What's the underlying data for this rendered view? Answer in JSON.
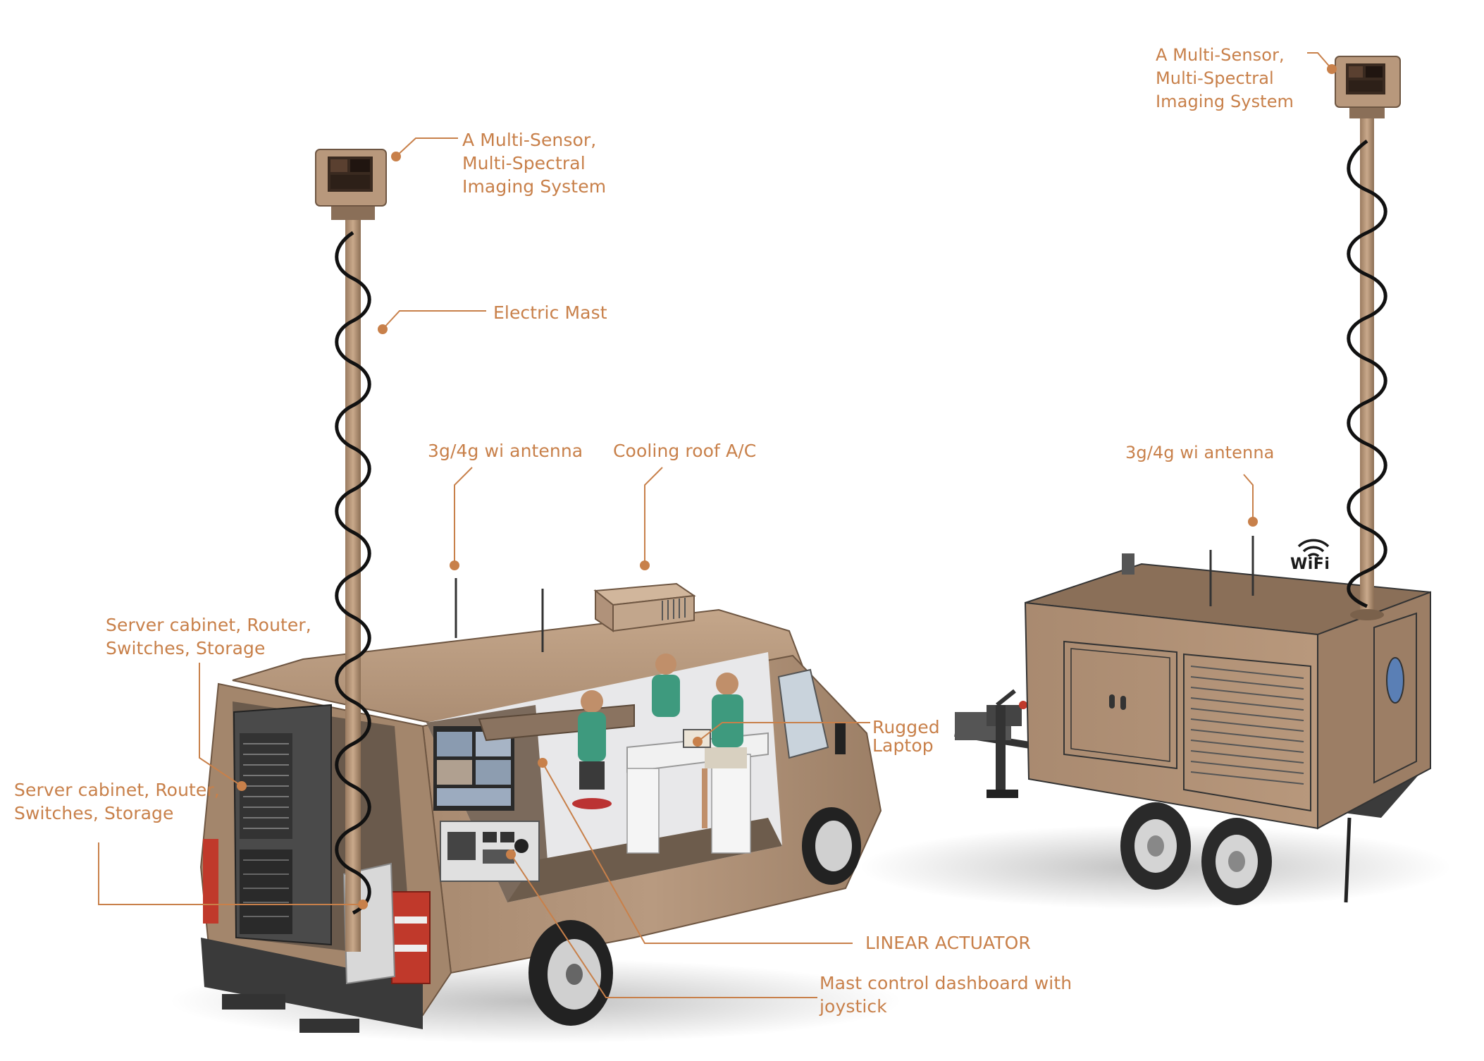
{
  "accent_color": "#c8804a",
  "labels": {
    "van_sensor": "A Multi-Sensor,\nMulti-Spectral\nImaging System",
    "trailer_sensor": "A Multi-Sensor,\nMulti-Spectral\nImaging System",
    "electric_mast": "Electric Mast",
    "van_antenna": "3g/4g wi antenna",
    "cooling": "Cooling roof A/C",
    "trailer_antenna": "3g/4g wi antenna",
    "server_upper": "Server cabinet, Router,\nSwitches, Storage",
    "server_lower": "Server cabinet, Router,\nSwitches, Storage",
    "rugged_laptop": "Rugged\nLaptop",
    "linear_actuator": "LINEAR ACTUATOR",
    "mast_dashboard": "Mast control dashboard with\njoystick",
    "wifi": "WiFi"
  },
  "icons": {
    "wifi": "wifi-icon"
  }
}
